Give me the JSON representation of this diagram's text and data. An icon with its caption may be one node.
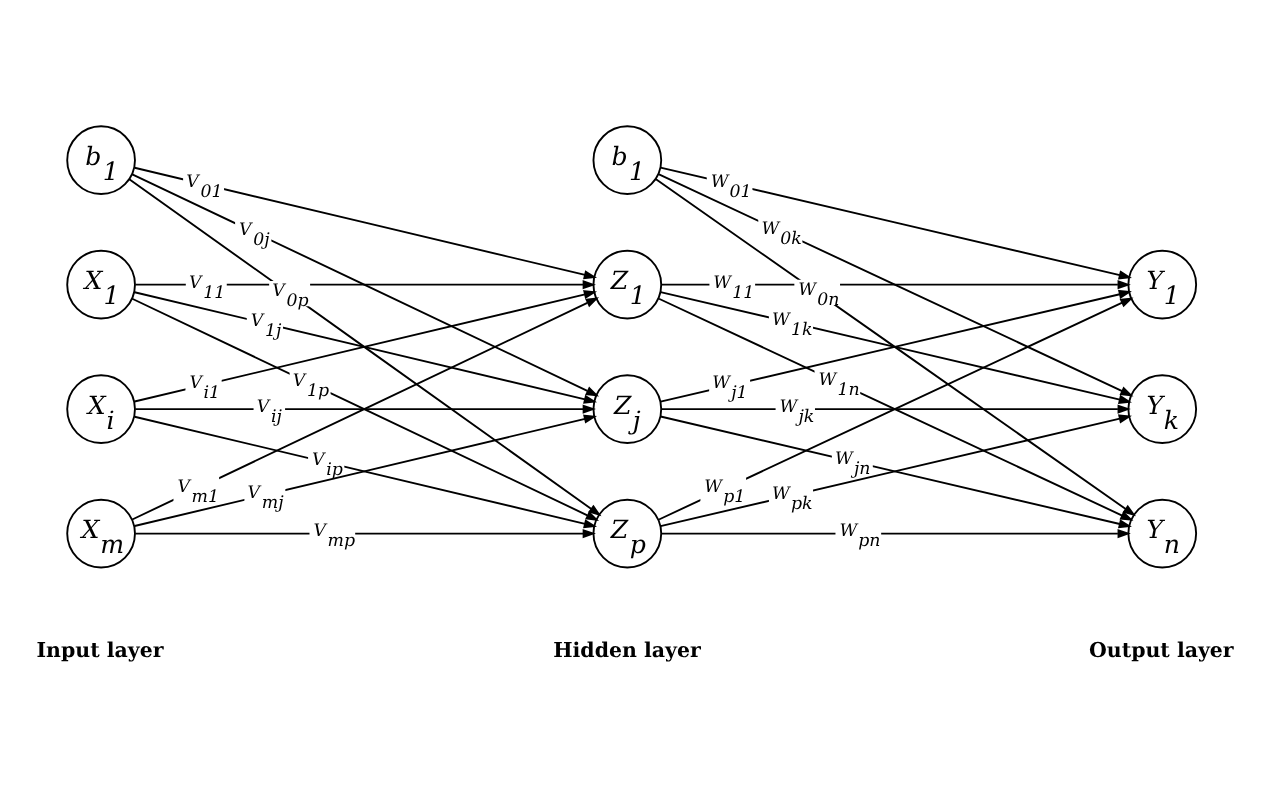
{
  "diagram": {
    "nodes": [
      {
        "text": [
          "X$_{1}$"
        ]
      },
      {
        "text": [
          "X$_{i}$"
        ]
      },
      {
        "text": [
          "X$_{m}$"
        ]
      },
      {
        "text": [
          "b$_{1}$"
        ]
      },
      {
        "text": [
          "Z$_{1}$"
        ]
      },
      {
        "text": [
          "Z$_{j}$"
        ]
      },
      {
        "text": [
          "Z$_{p}$"
        ]
      },
      {
        "text": [
          "b$_{1}$"
        ]
      },
      {
        "text": [
          "Y$_{1}$"
        ]
      },
      {
        "text": [
          "Y$_{k}$"
        ]
      },
      {
        "text": [
          "Y$_{n}$"
        ]
      }
    ],
    "edges": [
      {
        "from": 3,
        "to": 4,
        "arrow": "to",
        "label": "V$_{01}$"
      },
      {
        "from": 3,
        "to": 5,
        "arrow": "to",
        "label": "V$_{0j}$"
      },
      {
        "from": 3,
        "to": 6,
        "arrow": "to",
        "label": "V$_{0p}$"
      },
      {
        "from": 0,
        "to": 4,
        "arrow": "to",
        "label": "V$_{11}$"
      },
      {
        "from": 0,
        "to": 5,
        "arrow": "to",
        "label": "V$_{1j}$"
      },
      {
        "from": 0,
        "to": 6,
        "arrow": "to",
        "label": "V$_{1p}$"
      },
      {
        "from": 1,
        "to": 4,
        "arrow": "to",
        "label": "V$_{i1}$"
      },
      {
        "from": 1,
        "to": 5,
        "arrow": "to",
        "label": "V$_{ij}$"
      },
      {
        "from": 1,
        "to": 6,
        "arrow": "to",
        "label": "V$_{ip}$"
      },
      {
        "from": 2,
        "to": 4,
        "arrow": "to",
        "label": "V$_{m1}$"
      },
      {
        "from": 2,
        "to": 5,
        "arrow": "to",
        "label": "V$_{mj}$"
      },
      {
        "from": 2,
        "to": 6,
        "arrow": "to",
        "label": "V$_{mp}$"
      },
      {
        "from": 7,
        "to": 8,
        "arrow": "to",
        "label": "W$_{01}$"
      },
      {
        "from": 7,
        "to": 9,
        "arrow": "to",
        "label": "W$_{0k}$"
      },
      {
        "from": 7,
        "to": 10,
        "arrow": "to",
        "label": "W$_{0n}$"
      },
      {
        "from": 4,
        "to": 8,
        "arrow": "to",
        "label": "W$_{11}$"
      },
      {
        "from": 4,
        "to": 9,
        "arrow": "to",
        "label": "W$_{1k}$"
      },
      {
        "from": 4,
        "to": 10,
        "arrow": "to",
        "label": "W$_{1n}$"
      },
      {
        "from": 5,
        "to": 8,
        "arrow": "to",
        "label": "W$_{j1}$"
      },
      {
        "from": 5,
        "to": 9,
        "arrow": "to",
        "label": "W$_{jk}$"
      },
      {
        "from": 5,
        "to": 10,
        "arrow": "to",
        "label": "W$_{jn}$"
      },
      {
        "from": 6,
        "to": 8,
        "arrow": "to",
        "label": "W$_{p1}$"
      },
      {
        "from": 6,
        "to": 9,
        "arrow": "to",
        "label": "W$_{pk}$"
      },
      {
        "from": 6,
        "to": 10,
        "arrow": "to",
        "label": "W$_{pn}$"
      }
    ],
    "labels": [
      "Input layer",
      "Hidden layer",
      "Output layer"
    ]
  }
}
